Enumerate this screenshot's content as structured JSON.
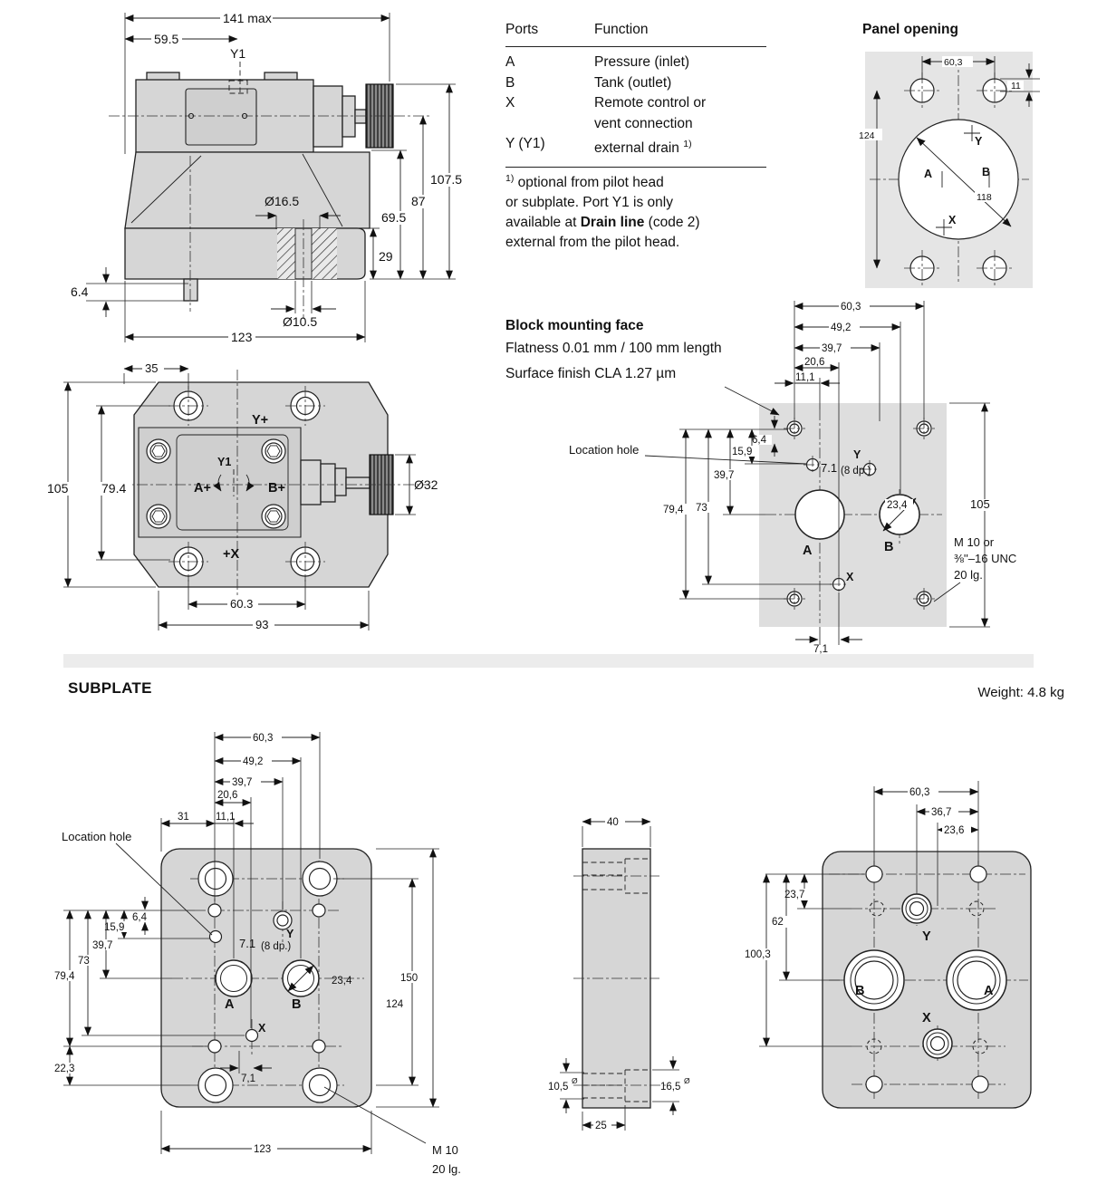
{
  "page": {
    "subplate_title": "SUBPLATE",
    "weight": "Weight: 4.8 kg"
  },
  "ports_table": {
    "col_ports": "Ports",
    "col_function": "Function",
    "rows": [
      {
        "port": "A",
        "fn": "Pressure (inlet)"
      },
      {
        "port": "B",
        "fn": "Tank (outlet)"
      },
      {
        "port": "X",
        "fn": "Remote control or",
        "fn2": "vent connection"
      },
      {
        "port": "Y (Y1)",
        "fn": "external drain",
        "sup": "1)"
      }
    ],
    "footnote": {
      "sup": "1)",
      "l1": " optional from pilot head",
      "l2": "or subplate. Port Y1 is only",
      "l3a": "available at ",
      "l3b": "Drain line",
      "l3c": " (code 2)",
      "l4": "external from the pilot head."
    }
  },
  "valve_side": {
    "d141": "141 max",
    "d595": "59.5",
    "y1": "Y1",
    "d1075": "107.5",
    "d87": "87",
    "d695": "69.5",
    "d29": "29",
    "d64": "6.4",
    "dia165": "Ø16.5",
    "dia105": "Ø10.5",
    "d123": "123"
  },
  "valve_top": {
    "d35": "35",
    "d105": "105",
    "d794": "79.4",
    "yplus": "Y+",
    "y1": "Y1",
    "aplus": "A+",
    "bplus": "B+",
    "xplus": "+X",
    "dia32": "Ø32",
    "d603": "60.3",
    "d93": "93"
  },
  "panel_opening": {
    "title": "Panel opening",
    "d603": "60,3",
    "d11": "11",
    "d124": "124",
    "d118": "118",
    "y": "Y",
    "a": "A",
    "b": "B",
    "x": "X"
  },
  "block_face": {
    "title": "Block mounting face",
    "flatness": "Flatness 0.01 mm / 100 mm length",
    "surface": "Surface finish CLA 1.27 µm",
    "location": "Location hole",
    "d603": "60,3",
    "d492": "49,2",
    "d397": "39,7",
    "d206": "20,6",
    "d111": "11,1",
    "d64": "6,4",
    "d159": "15,9",
    "d71": "7.1",
    "dp8": "(8 dp.)",
    "d397l": "39,7",
    "d73": "73",
    "d794": "79,4",
    "d234": "23,4",
    "d105": "105",
    "m10a": "M 10 or",
    "m10b": "⅜''–16 UNC",
    "m10c": "20 lg.",
    "d71b": "7,1",
    "a": "A",
    "b": "B",
    "x": "X",
    "y": "Y"
  },
  "subplate_front": {
    "location": "Location hole",
    "d603": "60,3",
    "d492": "49,2",
    "d397": "39,7",
    "d206": "20,6",
    "d31": "31",
    "d111": "11,1",
    "d64": "6,4",
    "d159": "15,9",
    "d397l": "39,7",
    "d73": "73",
    "d794": "79,4",
    "d223": "22,3",
    "d71": "7.1",
    "dp8": "(8 dp.)",
    "d234": "23,4",
    "d71b": "7,1",
    "d150": "150",
    "d124": "124",
    "d123": "123",
    "m10a": "M 10",
    "m10b": "20 lg.",
    "a": "A",
    "b": "B",
    "x": "X",
    "y": "Y"
  },
  "side_view": {
    "d40": "40",
    "d25": "25",
    "d105": "10,5",
    "d165": "16,5",
    "dia": "Ø"
  },
  "subplate_back": {
    "d603": "60,3",
    "d367": "36,7",
    "d236": "23,6",
    "d237": "23,7",
    "d62": "62",
    "d1003": "100,3",
    "y": "Y",
    "b": "B",
    "a": "A",
    "x": "X"
  }
}
